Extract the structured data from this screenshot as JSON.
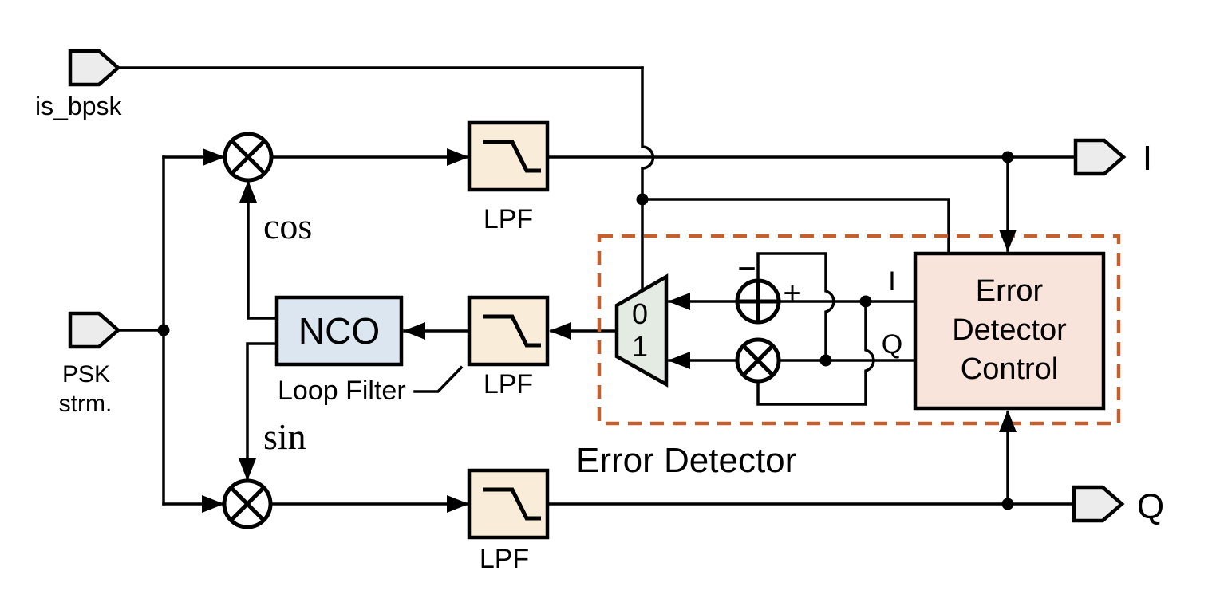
{
  "diagram": {
    "caption": "Error Detector",
    "ports": {
      "is_bpsk_label": "is_bpsk",
      "psk_line1": "PSK",
      "psk_line2": "strm.",
      "i_out_label": "I",
      "q_out_label": "Q"
    },
    "blocks": {
      "nco_label": "NCO",
      "lpf_top_label": "LPF",
      "lpf_mid_label": "LPF",
      "lpf_bottom_label": "LPF",
      "loop_filter_label": "Loop Filter",
      "control_line1": "Error",
      "control_line2": "Detector",
      "control_line3": "Control"
    },
    "signals": {
      "cos_label": "cos",
      "sin_label": "sin",
      "i_internal_label": "I",
      "q_internal_label": "Q",
      "mux_input0_label": "0",
      "mux_input1_label": "1",
      "adder_minus_label": "−",
      "adder_plus_label": "+"
    },
    "colors": {
      "accent_orange": "#C65F2E",
      "lpf_fill": "#F9ECD9",
      "nco_fill": "#DCE6F1",
      "mux_fill": "#E4EBE2",
      "control_fill": "#F8E4DB",
      "port_fill": "#ECECEC",
      "wire": "#000000",
      "background": "#FFFFFF"
    }
  }
}
